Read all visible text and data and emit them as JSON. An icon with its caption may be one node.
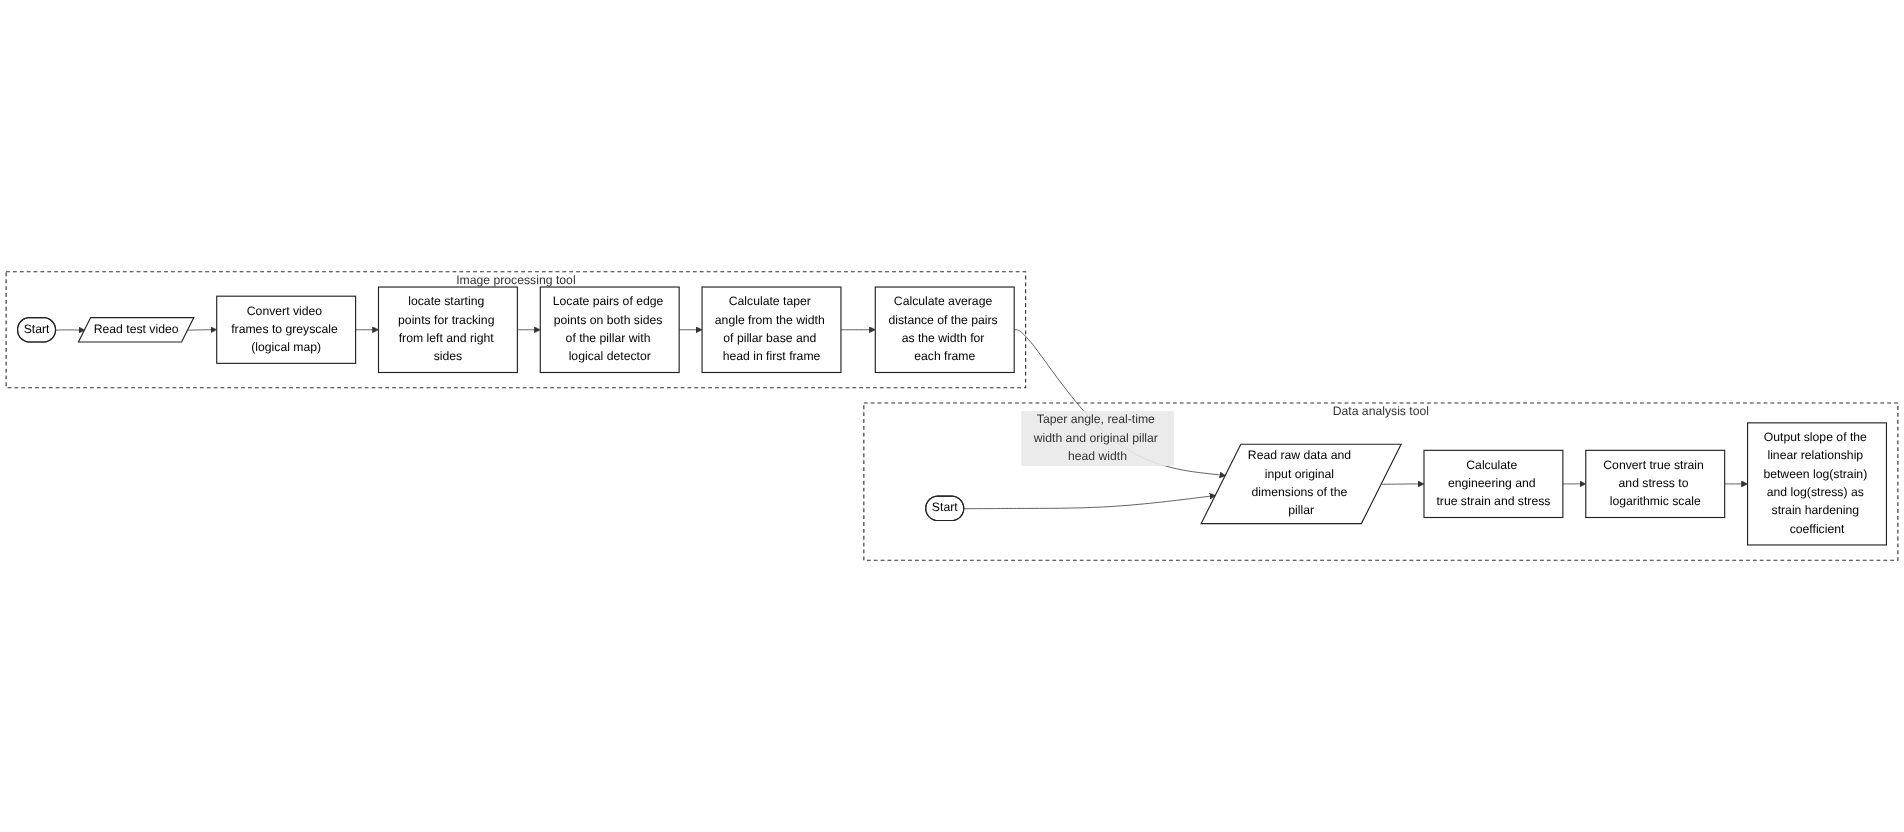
{
  "diagram": {
    "nodes": [
      {
        "text": [
          "Image processing tool"
        ]
      },
      {
        "text": [
          "Start"
        ],
        "in": 0
      },
      {
        "text": [
          "Read test video"
        ],
        "in": 0
      },
      {
        "text": [
          "Convert video frames to greyscale (logical map)"
        ],
        "in": 0
      },
      {
        "text": [
          "locate starting points for tracking from left and right sides"
        ],
        "in": 0
      },
      {
        "text": [
          "Locate pairs of edge points on both sides of the pillar with logical detector"
        ],
        "in": 0
      },
      {
        "text": [
          "Calculate taper angle from the width of pillar base and head in first frame"
        ],
        "in": 0
      },
      {
        "text": [
          "Calculate average distance of the pairs as the width for each frame"
        ],
        "in": 0
      },
      {
        "text": [
          "Data analysis tool"
        ]
      },
      {
        "text": [
          "Start"
        ],
        "in": 8
      },
      {
        "text": [
          "Read raw data and input original dimensions of the pillar"
        ],
        "in": 8
      },
      {
        "text": [
          "Calculate engineering and true strain and stress"
        ],
        "in": 8
      },
      {
        "text": [
          "Convert true strain and stress to logarithmic scale"
        ],
        "in": 8
      },
      {
        "text": [
          "Output slope of the linear relationship between log(strain) and log(stress) as strain hardening coefficient"
        ],
        "in": 8
      }
    ],
    "edges": [
      {
        "from": 1,
        "to": 2,
        "arrow": "to"
      },
      {
        "from": 2,
        "to": 3,
        "arrow": "to"
      },
      {
        "from": 3,
        "to": 4,
        "arrow": "to"
      },
      {
        "from": 4,
        "to": 5,
        "arrow": "to"
      },
      {
        "from": 5,
        "to": 6,
        "arrow": "to"
      },
      {
        "from": 6,
        "to": 7,
        "arrow": "to"
      },
      {
        "from": 7,
        "to": 10,
        "arrow": "to",
        "label": "Taper angle, real-time width and original pillar head width"
      },
      {
        "from": 9,
        "to": 10,
        "arrow": "to"
      },
      {
        "from": 10,
        "to": 11,
        "arrow": "to"
      },
      {
        "from": 11,
        "to": 12,
        "arrow": "to"
      },
      {
        "from": 12,
        "to": 13,
        "arrow": "to"
      }
    ]
  }
}
